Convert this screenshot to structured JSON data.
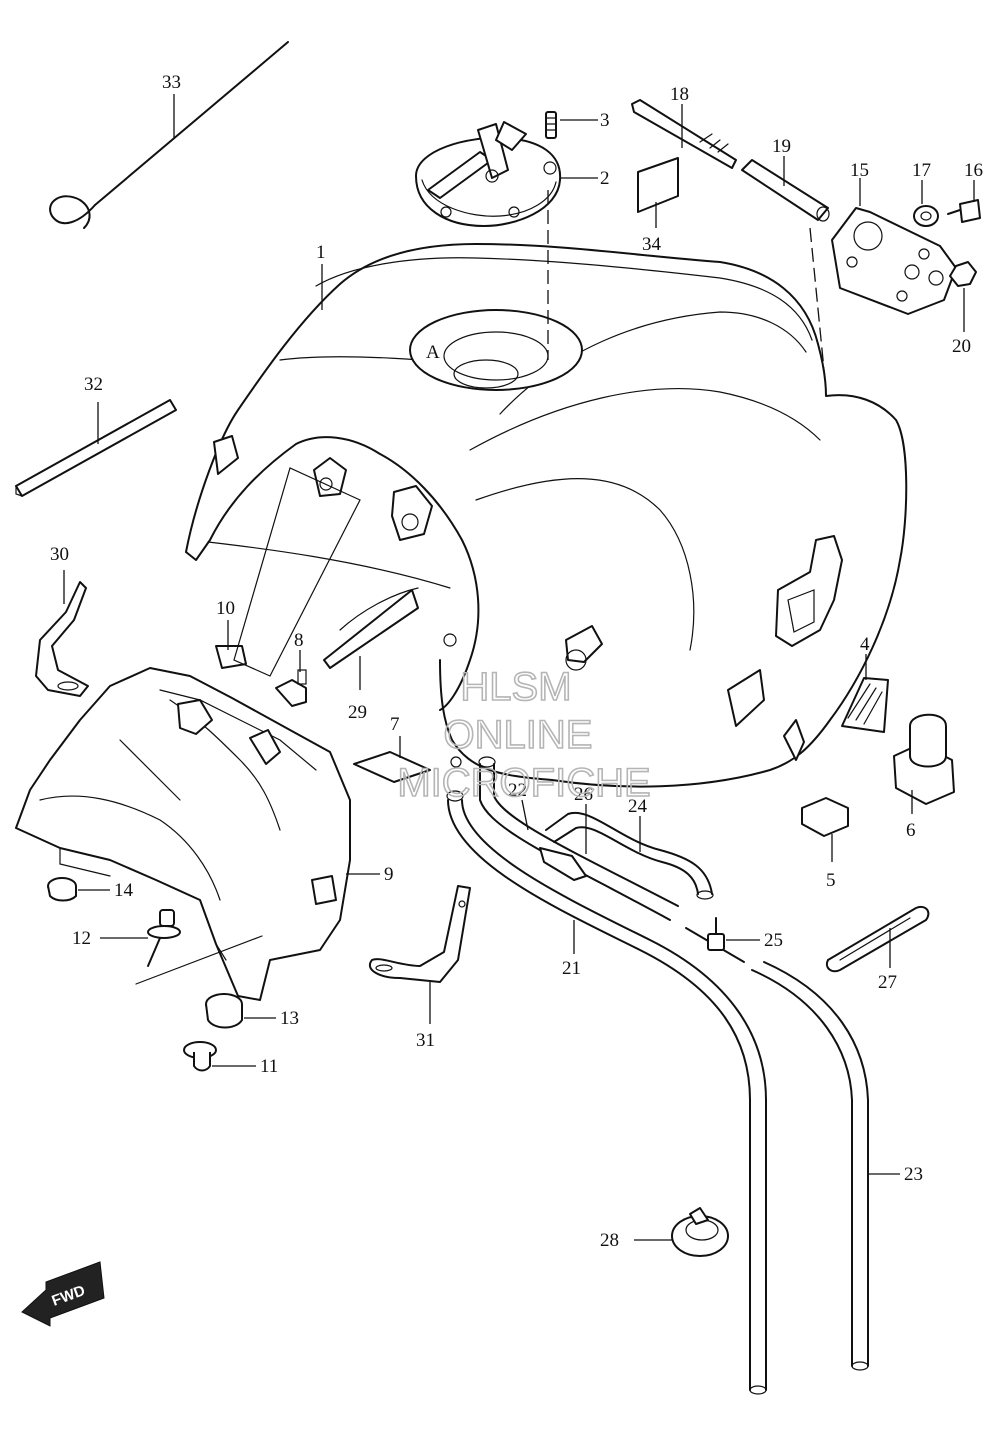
{
  "callouts": [
    {
      "id": "1",
      "text": "1"
    },
    {
      "id": "2",
      "text": "2"
    },
    {
      "id": "3",
      "text": "3"
    },
    {
      "id": "4",
      "text": "4"
    },
    {
      "id": "5",
      "text": "5"
    },
    {
      "id": "6",
      "text": "6"
    },
    {
      "id": "7",
      "text": "7"
    },
    {
      "id": "8",
      "text": "8"
    },
    {
      "id": "9",
      "text": "9"
    },
    {
      "id": "10",
      "text": "10"
    },
    {
      "id": "11",
      "text": "11"
    },
    {
      "id": "12",
      "text": "12"
    },
    {
      "id": "13",
      "text": "13"
    },
    {
      "id": "14",
      "text": "14"
    },
    {
      "id": "15",
      "text": "15"
    },
    {
      "id": "16",
      "text": "16"
    },
    {
      "id": "17",
      "text": "17"
    },
    {
      "id": "18",
      "text": "18"
    },
    {
      "id": "19",
      "text": "19"
    },
    {
      "id": "20",
      "text": "20"
    },
    {
      "id": "21",
      "text": "21"
    },
    {
      "id": "22",
      "text": "22"
    },
    {
      "id": "23",
      "text": "23"
    },
    {
      "id": "24",
      "text": "24"
    },
    {
      "id": "25",
      "text": "25"
    },
    {
      "id": "26",
      "text": "26"
    },
    {
      "id": "27",
      "text": "27"
    },
    {
      "id": "28",
      "text": "28"
    },
    {
      "id": "29",
      "text": "29"
    },
    {
      "id": "30",
      "text": "30"
    },
    {
      "id": "31",
      "text": "31"
    },
    {
      "id": "32",
      "text": "32"
    },
    {
      "id": "33",
      "text": "33"
    },
    {
      "id": "34",
      "text": "34"
    }
  ],
  "watermark": {
    "line1": "HLSM",
    "line2": "ONLINE",
    "line3": "MICROFICHE"
  },
  "direction_badge": {
    "text": "FWD"
  },
  "tank_mark": {
    "text": "A"
  }
}
